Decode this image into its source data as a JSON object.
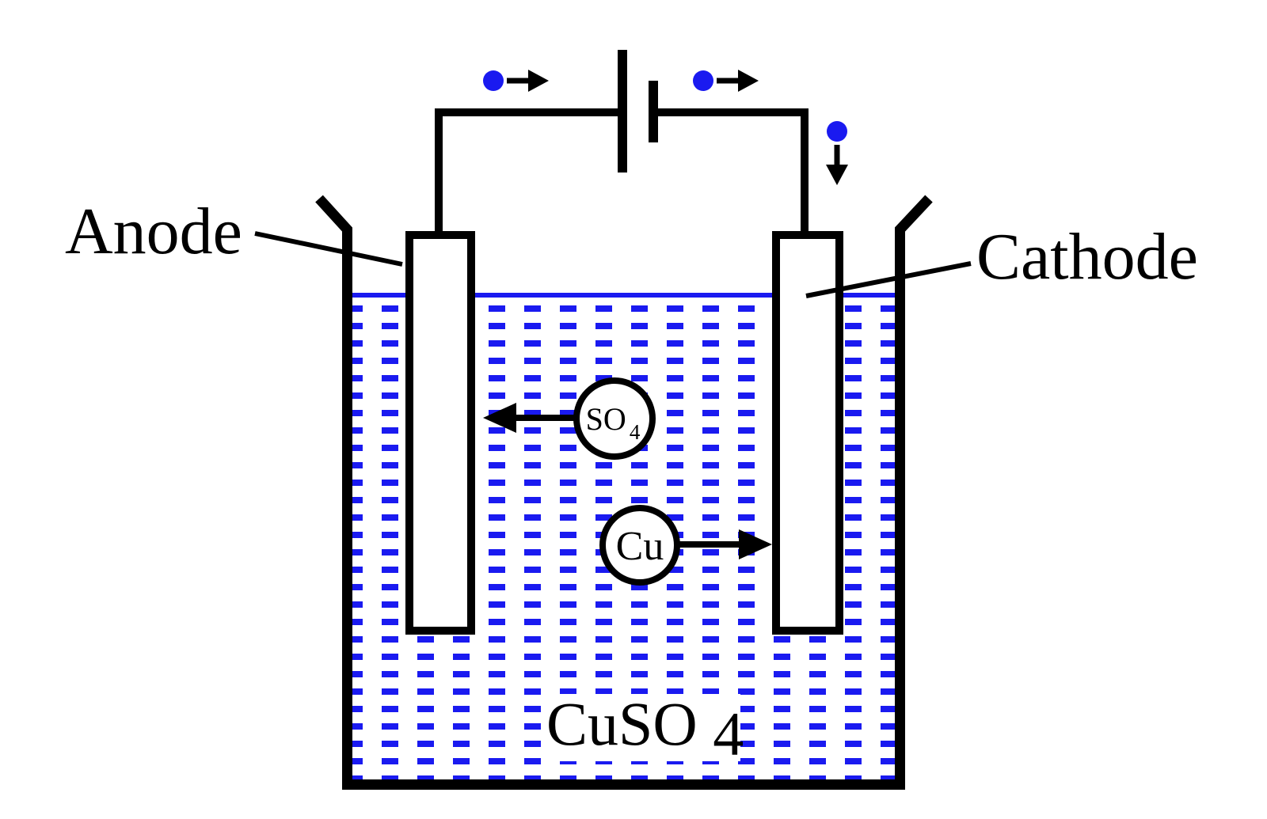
{
  "labels": {
    "anode": "Anode",
    "cathode": "Cathode",
    "copper_ion": "Cu",
    "sulfate_ion_main": "SO",
    "sulfate_ion_sub": "4",
    "solution_main": "CuSO",
    "solution_sub": "4"
  },
  "colors": {
    "ink": "#000000",
    "electrolyte": "#1a1af0",
    "background": "#ffffff"
  },
  "icons": {
    "battery": "battery-cell-icon",
    "electron": "electron-dot-icon",
    "current_arrow": "arrow-icon"
  }
}
